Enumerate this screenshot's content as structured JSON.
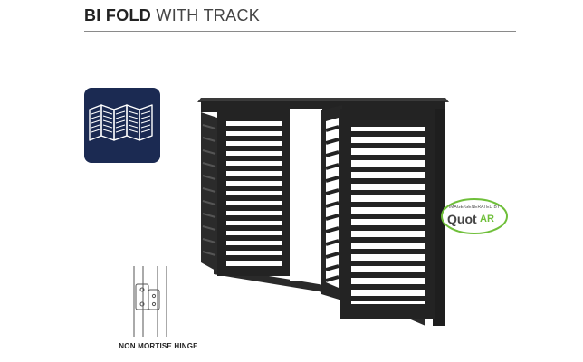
{
  "header": {
    "title_bold": "BI FOLD",
    "title_rest": "WITH TRACK"
  },
  "icon": {
    "name": "bifold-shutter-icon",
    "background": "#1b2a52"
  },
  "product": {
    "frame_color": "#232323",
    "image": "bi-fold-shutter-with-track"
  },
  "badge": {
    "top_text": "IMAGE GENERATED BY",
    "brand_quot": "Quot",
    "brand_ar": "AR",
    "accent": "#6fbf3a"
  },
  "hinge": {
    "label": "NON MORTISE HINGE"
  }
}
